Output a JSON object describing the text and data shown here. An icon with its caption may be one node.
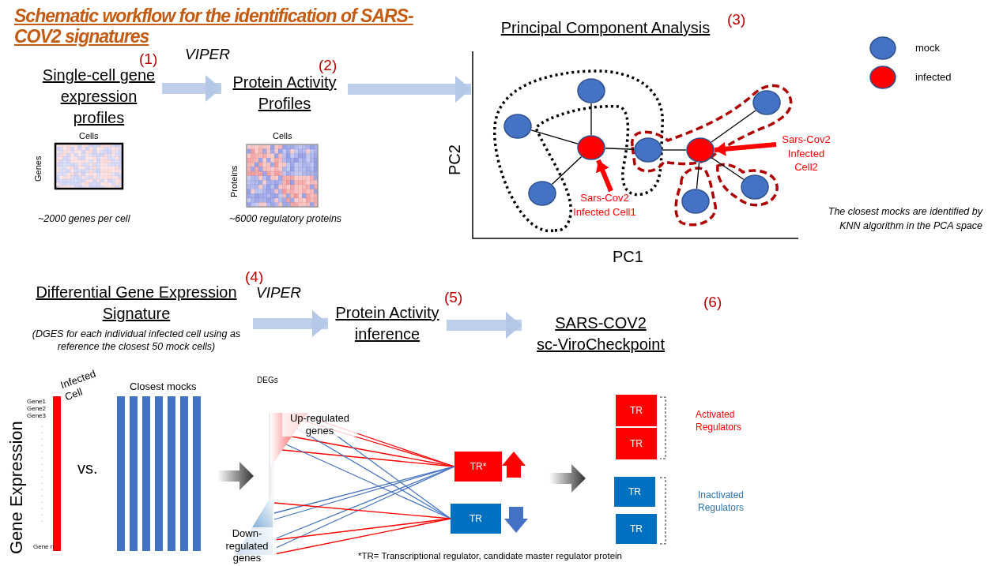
{
  "diagram": {
    "title": "Schematic workflow for the identification of SARS-COV2 signatures",
    "nodes": [
      {
        "text": [
          "Single-cell gene expression profiles"
        ],
        "beside": [
          "(1)"
        ]
      },
      {
        "text": [
          "Protein Activity Profiles"
        ],
        "beside": [
          "(2)"
        ]
      },
      {
        "text": [
          "Principal Component Analysis"
        ],
        "beside": [
          "(3)"
        ]
      },
      {
        "text": [],
        "shape": "circle",
        "in": 2
      },
      {
        "text": [],
        "shape": "circle",
        "in": 2
      },
      {
        "text": [],
        "shape": "circle",
        "in": 2
      },
      {
        "text": [],
        "shape": "circle",
        "in": 2
      },
      {
        "text": [],
        "shape": "circle",
        "in": 2
      },
      {
        "text": [],
        "shape": "circle",
        "in": 2
      },
      {
        "text": [],
        "shape": "circle",
        "in": 2
      },
      {
        "text": [],
        "shape": "circle",
        "in": 2
      },
      {
        "text": [],
        "shape": "circle",
        "in": 2
      },
      {
        "text": [
          "Sars-Cov2 Infected Cell1"
        ],
        "in": 2
      },
      {
        "text": [
          "Sars-Cov2 Infected Cell2"
        ],
        "in": 2
      },
      {
        "text": [
          "Differential Gene Expression Signature",
          "(DGES for each individual infected cell using as reference the closest 50 mock cells)"
        ],
        "beside": [
          "(4)"
        ]
      },
      {
        "text": [
          "Protein Activity inference"
        ],
        "beside": [
          "(5)"
        ]
      },
      {
        "text": [
          "SARS-COV2 sc-ViroCheckpoint"
        ],
        "beside": [
          "(6)"
        ]
      },
      {
        "text": [
          "Up-regulated genes"
        ]
      },
      {
        "text": [
          "Down-regulated genes"
        ]
      },
      {
        "text": [
          "TR*"
        ]
      },
      {
        "text": [
          "TR"
        ]
      },
      {
        "text": [
          "TR"
        ]
      },
      {
        "text": [
          "TR"
        ]
      },
      {
        "text": [
          "TR"
        ]
      },
      {
        "text": [
          "TR"
        ]
      }
    ],
    "edges": [
      {
        "from": 0,
        "to": 1,
        "arrow": "to",
        "label": "VIPER",
        "style": "thick",
        "color": "#b4c7e7"
      },
      {
        "from": 1,
        "to": 2,
        "arrow": "to",
        "style": "thick",
        "color": "#b4c7e7"
      },
      {
        "from": 6,
        "to": 3,
        "arrow": "none",
        "color": "#000000"
      },
      {
        "from": 6,
        "to": 4,
        "arrow": "none",
        "color": "#000000"
      },
      {
        "from": 6,
        "to": 5,
        "arrow": "none",
        "color": "#000000"
      },
      {
        "from": 6,
        "to": 7,
        "arrow": "none",
        "color": "#000000"
      },
      {
        "from": 7,
        "to": 9,
        "arrow": "none",
        "color": "#000000"
      },
      {
        "from": 9,
        "to": 8,
        "arrow": "none",
        "color": "#000000"
      },
      {
        "from": 9,
        "to": 10,
        "arrow": "none",
        "color": "#000000"
      },
      {
        "from": 9,
        "to": 11,
        "arrow": "none",
        "color": "#000000"
      },
      {
        "from": 12,
        "to": 6,
        "arrow": "to",
        "style": "thick",
        "color": "#ff0000"
      },
      {
        "from": 13,
        "to": 9,
        "arrow": "to",
        "style": "thick",
        "color": "#ff0000"
      },
      {
        "from": 14,
        "to": 15,
        "arrow": "to",
        "label": "VIPER",
        "style": "thick",
        "color": "#b4c7e7"
      },
      {
        "from": 15,
        "to": 16,
        "arrow": "to",
        "style": "thick",
        "color": "#b4c7e7"
      },
      {
        "from": 17,
        "to": 19,
        "arrow": "none",
        "color": "#ff0000"
      },
      {
        "from": 17,
        "to": 19,
        "arrow": "none",
        "color": "#ff0000"
      },
      {
        "from": 17,
        "to": 19,
        "arrow": "none",
        "color": "#ff0000"
      },
      {
        "from": 17,
        "to": 19,
        "arrow": "none",
        "color": "#ff0000"
      },
      {
        "from": 17,
        "to": 20,
        "arrow": "none",
        "color": "#4472c4"
      },
      {
        "from": 17,
        "to": 20,
        "arrow": "none",
        "color": "#4472c4"
      },
      {
        "from": 17,
        "to": 20,
        "arrow": "none",
        "color": "#4472c4"
      },
      {
        "from": 18,
        "to": 19,
        "arrow": "none",
        "color": "#4472c4"
      },
      {
        "from": 18,
        "to": 19,
        "arrow": "none",
        "color": "#4472c4"
      },
      {
        "from": 18,
        "to": 19,
        "arrow": "none",
        "color": "#4472c4"
      },
      {
        "from": 18,
        "to": 19,
        "arrow": "none",
        "color": "#4472c4"
      },
      {
        "from": 18,
        "to": 20,
        "arrow": "none",
        "color": "#ff0000"
      },
      {
        "from": 18,
        "to": 20,
        "arrow": "none",
        "color": "#ff0000"
      },
      {
        "from": 18,
        "to": 20,
        "arrow": "none",
        "color": "#ff0000"
      }
    ],
    "labels": [
      "Cells",
      "Genes",
      "~2000 genes per cell",
      "Cells",
      "Proteins",
      "~6000 regulatory proteins",
      "PC2",
      "PC1",
      "The closest mocks are identified by KNN algorithm in the PCA space",
      "Gene Expression",
      "Infected Cell",
      "Closest mocks",
      "Gene1",
      "Gene2",
      "Gene3",
      "Gene n",
      "vs.",
      "DEGs",
      "Activated Regulators",
      "Inactivated Regulators",
      "*TR= Transcriptional regulator, candidate master regulator protein"
    ],
    "legend": [
      {
        "text": "mock",
        "color": "#4472c4"
      },
      {
        "text": "infected",
        "color": "#ff0000"
      }
    ]
  }
}
